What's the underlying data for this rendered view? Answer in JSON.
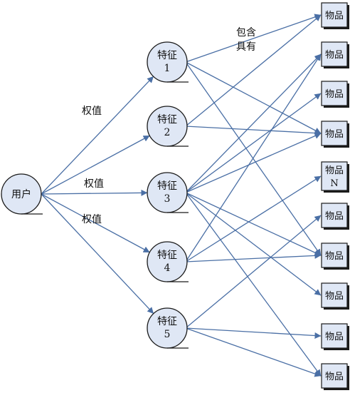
{
  "user_node": {
    "label": "用户"
  },
  "feature_nodes": [
    {
      "id": "f1",
      "line1": "特征",
      "line2": "1"
    },
    {
      "id": "f2",
      "line1": "特征",
      "line2": "2"
    },
    {
      "id": "f3",
      "line1": "特征",
      "line2": "3"
    },
    {
      "id": "f4",
      "line1": "特征",
      "line2": "4"
    },
    {
      "id": "f5",
      "line1": "特征",
      "line2": "5"
    }
  ],
  "item_nodes": [
    {
      "id": "i1",
      "line1": "物品"
    },
    {
      "id": "i2",
      "line1": "物品"
    },
    {
      "id": "i3",
      "line1": "物品"
    },
    {
      "id": "i4",
      "line1": "物品"
    },
    {
      "id": "i5",
      "line1": "物品",
      "line2": "N"
    },
    {
      "id": "i6",
      "line1": "物品"
    },
    {
      "id": "i7",
      "line1": "物品"
    },
    {
      "id": "i8",
      "line1": "物品"
    },
    {
      "id": "i9",
      "line1": "物品"
    },
    {
      "id": "i10",
      "line1": "物品"
    }
  ],
  "edge_labels": {
    "weight_1": "权值",
    "weight_2": "权值",
    "weight_3": "权值",
    "contains": "包含",
    "has": "具有"
  },
  "edges": [
    [
      "user",
      "f1"
    ],
    [
      "user",
      "f2"
    ],
    [
      "user",
      "f3"
    ],
    [
      "user",
      "f4"
    ],
    [
      "user",
      "f5"
    ],
    [
      "f1",
      "i1"
    ],
    [
      "f1",
      "i4"
    ],
    [
      "f1",
      "i7"
    ],
    [
      "f2",
      "i1"
    ],
    [
      "f2",
      "i4"
    ],
    [
      "f3",
      "i2"
    ],
    [
      "f3",
      "i3"
    ],
    [
      "f3",
      "i4"
    ],
    [
      "f3",
      "i7"
    ],
    [
      "f3",
      "i8"
    ],
    [
      "f3",
      "i10"
    ],
    [
      "f4",
      "i2"
    ],
    [
      "f4",
      "i5"
    ],
    [
      "f4",
      "i7"
    ],
    [
      "f5",
      "i6"
    ],
    [
      "f5",
      "i9"
    ],
    [
      "f5",
      "i10"
    ]
  ]
}
